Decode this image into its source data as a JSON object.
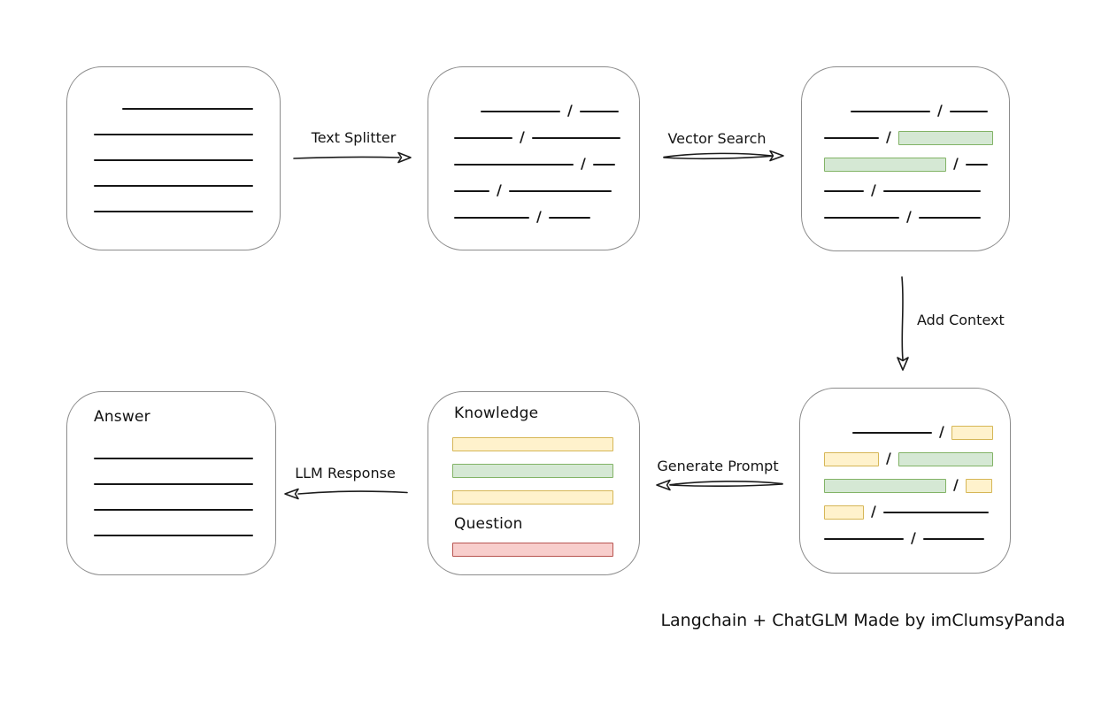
{
  "caption": "Langchain + ChatGLM Made by imClumsyPanda",
  "labels": {
    "text_splitter": "Text Splitter",
    "vector_search": "Vector Search",
    "add_context": "Add Context",
    "generate_prompt": "Generate Prompt",
    "llm_response": "LLM Response",
    "knowledge": "Knowledge",
    "question": "Question",
    "answer": "Answer",
    "slash": "/"
  },
  "colors": {
    "line": "#161616",
    "box_border": "#8c8c8c",
    "green_fill": "#d5e8d4",
    "green_border": "#82b366",
    "yellow_fill": "#fff2cc",
    "yellow_border": "#d6b656",
    "red_fill": "#f8cecc",
    "red_border": "#b85450"
  },
  "boxes": {
    "document": {
      "lines": [
        {
          "indent": 32,
          "w": 148
        },
        {
          "w": 180
        },
        {
          "w": 180
        },
        {
          "w": 180
        },
        {
          "w": 180
        }
      ]
    },
    "chunks": {
      "rows": [
        {
          "indent": 30,
          "left": {
            "kind": "line",
            "w": 90
          },
          "right": {
            "kind": "line",
            "w": 44
          }
        },
        {
          "left": {
            "kind": "line",
            "w": 66
          },
          "right": {
            "kind": "line",
            "w": 100
          }
        },
        {
          "left": {
            "kind": "line",
            "w": 135
          },
          "right": {
            "kind": "line",
            "w": 25
          }
        },
        {
          "left": {
            "kind": "line",
            "w": 40
          },
          "right": {
            "kind": "line",
            "w": 116
          }
        },
        {
          "left": {
            "kind": "line",
            "w": 85
          },
          "right": {
            "kind": "line",
            "w": 47
          }
        }
      ]
    },
    "search_result": {
      "rows": [
        {
          "indent": 30,
          "left": {
            "kind": "line",
            "w": 90
          },
          "right": {
            "kind": "line",
            "w": 43
          }
        },
        {
          "left": {
            "kind": "line",
            "w": 62
          },
          "right": {
            "kind": "green",
            "w": 107
          }
        },
        {
          "left": {
            "kind": "green",
            "w": 138
          },
          "right": {
            "kind": "line",
            "w": 25
          }
        },
        {
          "left": {
            "kind": "line",
            "w": 45
          },
          "right": {
            "kind": "line",
            "w": 110
          }
        },
        {
          "left": {
            "kind": "line",
            "w": 85
          },
          "right": {
            "kind": "line",
            "w": 70
          }
        }
      ]
    },
    "context": {
      "rows": [
        {
          "indent": 32,
          "left": {
            "kind": "line",
            "w": 90
          },
          "right": {
            "kind": "yellow",
            "w": 47
          }
        },
        {
          "left": {
            "kind": "yellow",
            "w": 62
          },
          "right": {
            "kind": "green",
            "w": 107
          }
        },
        {
          "left": {
            "kind": "green",
            "w": 138
          },
          "right": {
            "kind": "yellow",
            "w": 30
          }
        },
        {
          "left": {
            "kind": "yellow",
            "w": 45
          },
          "right": {
            "kind": "line",
            "w": 119
          }
        },
        {
          "left": {
            "kind": "line",
            "w": 90
          },
          "right": {
            "kind": "line",
            "w": 69
          }
        }
      ]
    },
    "prompt": {
      "knowledge_bars": [
        {
          "kind": "yellow"
        },
        {
          "kind": "green"
        },
        {
          "kind": "yellow"
        }
      ],
      "question_bar": {
        "kind": "red"
      }
    },
    "answer": {
      "lines": [
        {
          "w": 180
        },
        {
          "w": 180
        },
        {
          "w": 180
        },
        {
          "w": 180
        }
      ]
    }
  }
}
